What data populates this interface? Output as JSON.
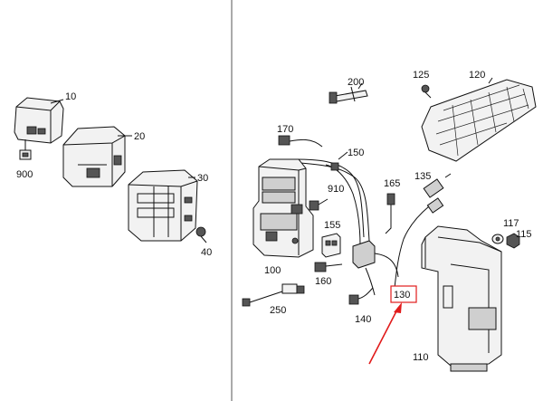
{
  "diagram": {
    "part_labels": {
      "p10": "10",
      "p20": "20",
      "p30": "30",
      "p40": "40",
      "p900": "900",
      "p100": "100",
      "p110": "110",
      "p115": "115",
      "p117": "117",
      "p120": "120",
      "p125": "125",
      "p130": "130",
      "p135": "135",
      "p140": "140",
      "p150": "150",
      "p155": "155",
      "p160": "160",
      "p165": "165",
      "p170": "170",
      "p200": "200",
      "p250": "250",
      "p910": "910"
    },
    "highlighted_part": "130",
    "colors": {
      "highlight": "#e11b1b",
      "line": "#111111",
      "divider": "#555555"
    }
  }
}
